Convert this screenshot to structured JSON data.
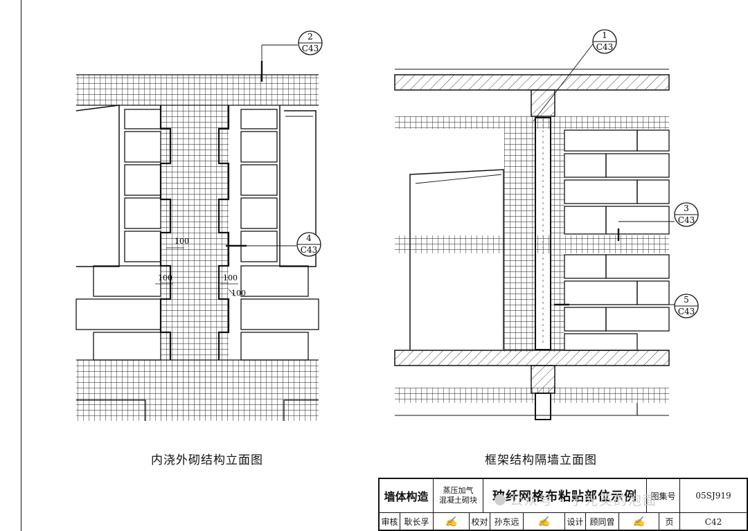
{
  "captions": {
    "left": "内浇外砌结构立面图",
    "right": "框架结构隔墙立面图"
  },
  "callouts": [
    {
      "num": "2",
      "ref": "C43"
    },
    {
      "num": "4",
      "ref": "C43"
    },
    {
      "num": "1",
      "ref": "C43"
    },
    {
      "num": "3",
      "ref": "C43"
    },
    {
      "num": "5",
      "ref": "C43"
    }
  ],
  "dimensions": [
    "100",
    "100",
    "100",
    "100"
  ],
  "title_block": {
    "category": "墙体构造",
    "material_line1": "蒸压加气",
    "material_line2": "混凝土砌块",
    "title": "玻纤网格布粘贴部位示例",
    "atlas_label": "图集号",
    "atlas_no": "05SJ919",
    "review_label": "审核",
    "reviewer": "耿长孚",
    "check_label": "校对",
    "checker": "孙东远",
    "design_label": "设计",
    "designer": "顾同曾",
    "page_label": "页",
    "page_no": "C42"
  },
  "watermark": "公众号 · 于光英的泡面"
}
